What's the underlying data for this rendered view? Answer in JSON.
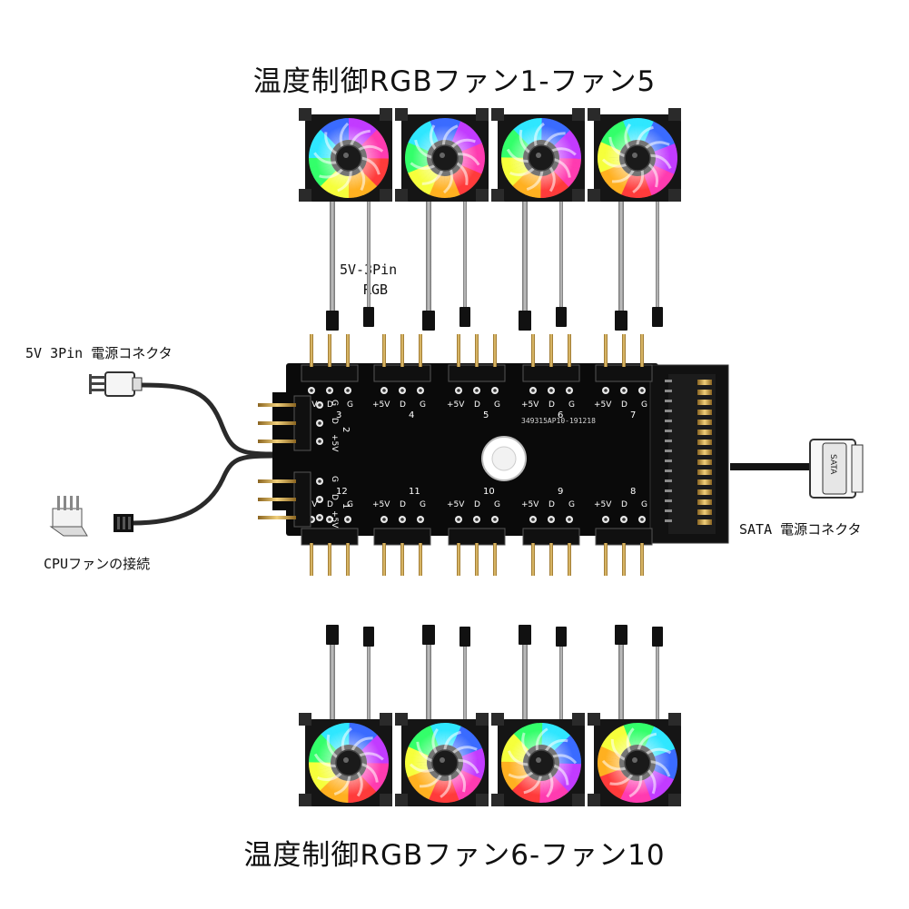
{
  "titles": {
    "top": "温度制御RGBファン1-ファン5",
    "bottom": "温度制御RGBファン6-ファン10"
  },
  "labels": {
    "cable_type_line1": "5V-3Pin",
    "cable_type_line2": "RGB",
    "power_5v": "5V 3Pin 電源コネクタ",
    "cpu_fan": "CPUファンの接続",
    "sata_power": "SATA 電源コネクタ"
  },
  "board": {
    "serial": "349315AP10-191218",
    "sata_plug_text": "SATA",
    "top_headers": [
      {
        "num": "3",
        "pins": [
          "+5V",
          "D",
          "G"
        ]
      },
      {
        "num": "4",
        "pins": [
          "+5V",
          "D",
          "G"
        ]
      },
      {
        "num": "5",
        "pins": [
          "+5V",
          "D",
          "G"
        ]
      },
      {
        "num": "6",
        "pins": [
          "+5V",
          "D",
          "G"
        ]
      },
      {
        "num": "7",
        "pins": [
          "+5V",
          "D",
          "G"
        ]
      }
    ],
    "bottom_headers": [
      {
        "num": "12",
        "pins": [
          "+5V",
          "D",
          "G"
        ]
      },
      {
        "num": "11",
        "pins": [
          "+5V",
          "D",
          "G"
        ]
      },
      {
        "num": "10",
        "pins": [
          "+5V",
          "D",
          "G"
        ]
      },
      {
        "num": "9",
        "pins": [
          "+5V",
          "D",
          "G"
        ]
      },
      {
        "num": "8",
        "pins": [
          "+5V",
          "D",
          "G"
        ]
      }
    ],
    "left_headers": [
      {
        "num": "2",
        "pins": [
          "G",
          "D",
          "+5V"
        ]
      },
      {
        "num": "1",
        "pins": [
          "G",
          "D",
          "+5V"
        ]
      }
    ]
  },
  "colors": {
    "board": "#0a0a0a",
    "pin_gold": "#c79a3a",
    "cable_gray": "#9a9a9a",
    "cable_dark": "#3a3a3a",
    "fan_ring_stops": [
      "#ff3b3b",
      "#ffb020",
      "#f6ff3b",
      "#33ff6a",
      "#2fe7ff",
      "#3a6bff",
      "#c23bff",
      "#ff3bb0",
      "#ff3b3b"
    ]
  },
  "fans": {
    "top_count": 4,
    "bottom_count": 4
  }
}
